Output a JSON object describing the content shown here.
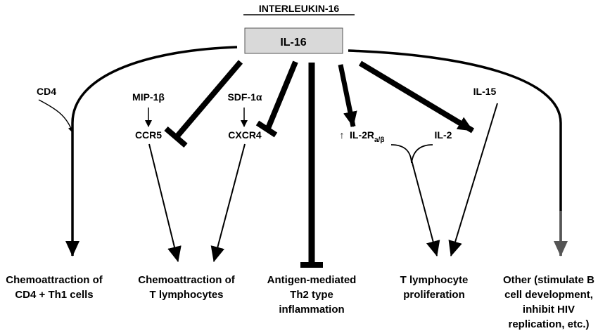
{
  "title": "INTERLEUKIN-16",
  "center_node": "IL-16",
  "colors": {
    "box_fill": "#d9d9d9",
    "line": "#000000",
    "other_arrow": "#555555"
  },
  "mediators": {
    "cd4": "CD4",
    "mip1b": "MIP-1β",
    "ccr5": "CCR5",
    "sdf1a": "SDF-1α",
    "cxcr4": "CXCR4",
    "il2r_up": "↑",
    "il2r": "IL-2R",
    "il2r_sub": "a/β",
    "il2": "IL-2",
    "il15": "IL-15"
  },
  "outcomes": [
    {
      "lines": [
        "Chemoattraction of",
        "CD4 + Th1 cells"
      ]
    },
    {
      "lines": [
        "Chemoattraction of",
        "T lymphocytes"
      ]
    },
    {
      "lines": [
        "Antigen-mediated",
        "Th2 type",
        "inflammation"
      ]
    },
    {
      "lines": [
        "T lymphocyte",
        "proliferation"
      ]
    },
    {
      "lines": [
        "Other (stimulate B",
        "cell development,",
        "inhibit HIV",
        "replication, etc.)"
      ]
    }
  ]
}
